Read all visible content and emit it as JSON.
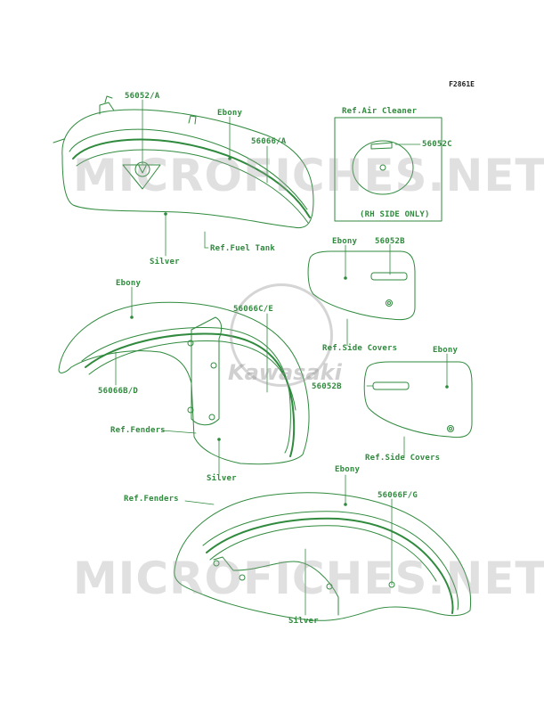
{
  "figure_code": "F2861E",
  "watermarks": {
    "site_top": "MICROFICHES.NET",
    "site_bottom": "MICROFICHES.NET",
    "brand": "Kawasaki"
  },
  "colors": {
    "line": "#2f8a3d",
    "label": "#2f8a3d",
    "watermark": "#a0a0a0"
  },
  "labels": {
    "l_56052a": "56052/A",
    "l_ebony_tank": "Ebony",
    "l_56066a": "56066/A",
    "l_silver_tank": "Silver",
    "l_ref_fuel_tank": "Ref.Fuel Tank",
    "l_ref_air_cleaner": "Ref.Air Cleaner",
    "l_56052c": "56052C",
    "l_rh_side_only": "(RH SIDE ONLY)",
    "l_ebony_sc1": "Ebony",
    "l_56052b_1": "56052B",
    "l_ref_side_covers_1": "Ref.Side Covers",
    "l_ebony_sc2": "Ebony",
    "l_56052b_2": "56052B",
    "l_ref_side_covers_2": "Ref.Side Covers",
    "l_ebony_ff": "Ebony",
    "l_56066c_e": "56066C/E",
    "l_56066b_d": "56066B/D",
    "l_ref_fenders_1": "Ref.Fenders",
    "l_silver_ff": "Silver",
    "l_ebony_rf": "Ebony",
    "l_ref_fenders_2": "Ref.Fenders",
    "l_56066f_g": "56066F/G",
    "l_silver_rf": "Silver"
  }
}
